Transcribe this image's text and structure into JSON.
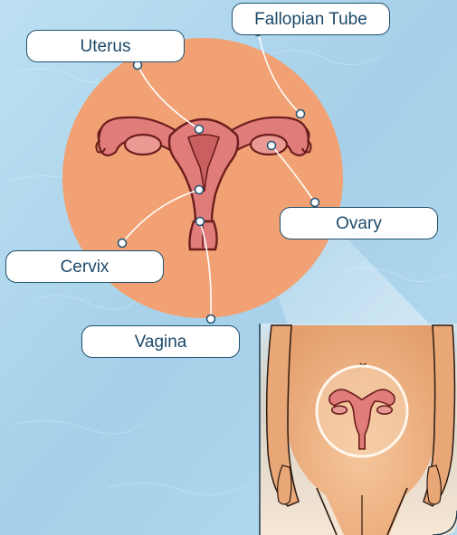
{
  "labels": {
    "fallopian_tube": "Fallopian Tube",
    "uterus": "Uterus",
    "ovary": "Ovary",
    "cervix": "Cervix",
    "vagina": "Vagina"
  },
  "colors": {
    "background": "#a9d2ea",
    "magnifier_disc": "#f1a173",
    "organ_fill": "#e07c7a",
    "organ_outline": "#6b1d1d",
    "leader_line": "#ffffff",
    "label_text": "#1d4a6b",
    "label_border": "#1f5070",
    "skin": "#f2b88a",
    "inset_circle": "#fff3e6"
  },
  "icons": {
    "reproductive_diagram": "female-reproductive-system-illustration",
    "body_inset": "lower-torso-illustration"
  }
}
